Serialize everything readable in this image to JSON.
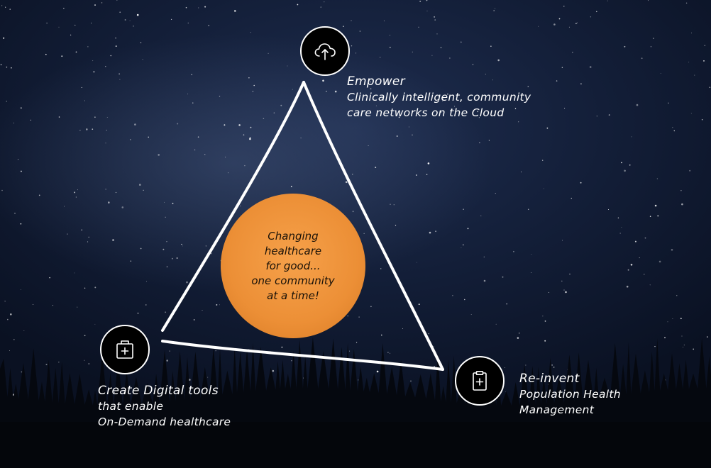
{
  "diagram": {
    "center_text": [
      "Changing",
      "healthcare",
      "for good...",
      "one community",
      "at a time!"
    ],
    "nodes": [
      {
        "id": "empower",
        "icon": "cloud-upload-icon",
        "title": "Empower",
        "lines": [
          "Clinically intelligent, community",
          "care networks on the Cloud"
        ]
      },
      {
        "id": "create",
        "icon": "medical-bag-icon",
        "title": "Create Digital tools",
        "lines": [
          "that enable",
          "On-Demand healthcare"
        ]
      },
      {
        "id": "reinvent",
        "icon": "clipboard-plus-icon",
        "title": "Re-invent",
        "lines": [
          "Population Health",
          "Management"
        ]
      }
    ],
    "colors": {
      "sky": "#121d36",
      "accent_orange": "#ec8f36",
      "line": "#ffffff",
      "icon_bg": "#000000"
    }
  }
}
